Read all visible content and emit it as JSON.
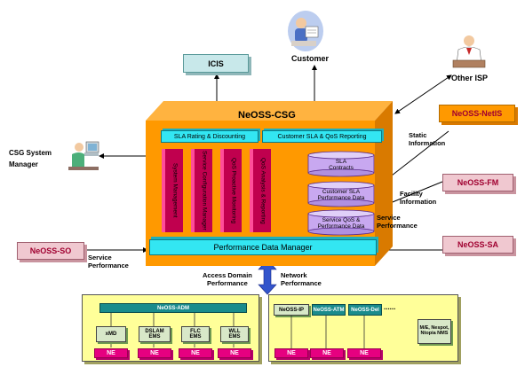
{
  "top": {
    "icis": "ICIS",
    "customer": "Customer",
    "other_isp": "Other ISP"
  },
  "csg": {
    "title": "NeOSS-CSG",
    "sla_rating": "SLA Rating & Discounting",
    "customer_sla_qos": "Customer SLA & QoS Reporting",
    "modules": [
      "System Management",
      "Service Configuration Manager",
      "QoS Proactive Monitoring",
      "QoS Analysis & Reporting"
    ],
    "cylinders": [
      "SLA\nContracts",
      "Customer SLA\nPerformance Data",
      "Service QoS &\nPerformance Data"
    ],
    "pdm": "Performance Data Manager"
  },
  "left": {
    "csg_manager": "CSG System\nManager",
    "neoss_so": "NeOSS-SO",
    "service_performance": "Service\nPerformance"
  },
  "right": {
    "netis": "NeOSS-NetIS",
    "static_info": "Static\nInformation",
    "fm": "NeOSS-FM",
    "facility_info": "Facility\nInformation",
    "service_performance": "Service\nPerformance",
    "sa": "NeOSS-SA"
  },
  "middle": {
    "access_domain": "Access Domain\nPerformance",
    "network_perf": "Network\nPerformance"
  },
  "bottom_left": {
    "adm": "NeOSS-ADM",
    "ems": [
      "xMD",
      "DSLAM\nEMS",
      "FLC\nEMS",
      "WLL\nEMS"
    ],
    "ne": [
      "NE",
      "NE",
      "NE",
      "NE"
    ]
  },
  "bottom_right": {
    "systems": [
      "NeOSS-IP",
      "NeOSS-ATM",
      "NeOSS-Del"
    ],
    "ellipsis": "......",
    "nms": "M/E, Nespot,\nNtopia NMS",
    "ne": [
      "NE",
      "NE",
      "NE"
    ]
  },
  "colors": {
    "orange": "#ff9900",
    "orange_dark": "#d97a00",
    "cyan": "#33e6f2",
    "light_teal": "#c8e8ea",
    "pink": "#f0c8d0",
    "magenta": "#e60080",
    "lavender": "#c8a8f0",
    "yellow": "#ffff99"
  }
}
